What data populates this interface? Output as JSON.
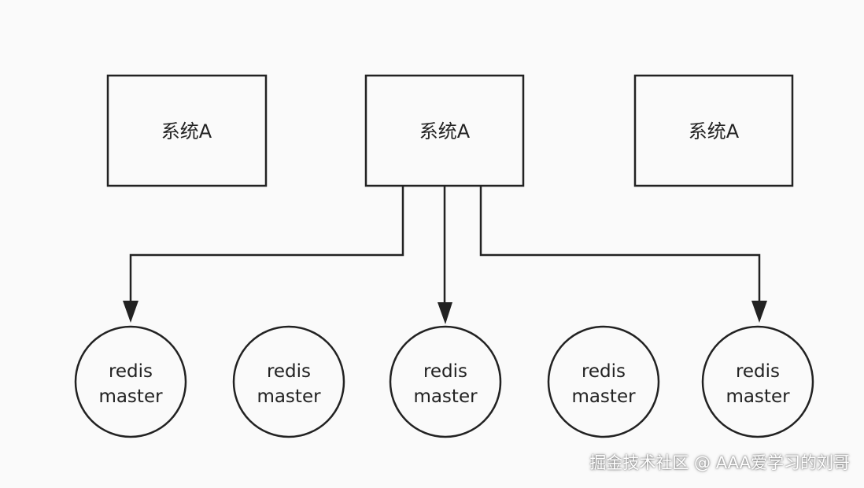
{
  "systems": [
    {
      "label": "系统A"
    },
    {
      "label": "系统A"
    },
    {
      "label": "系统A"
    }
  ],
  "nodes": [
    {
      "line1": "redis",
      "line2": "master"
    },
    {
      "line1": "redis",
      "line2": "master"
    },
    {
      "line1": "redis",
      "line2": "master"
    },
    {
      "line1": "redis",
      "line2": "master"
    },
    {
      "line1": "redis",
      "line2": "master"
    }
  ],
  "connections": [
    {
      "from": 1,
      "to": 0
    },
    {
      "from": 1,
      "to": 2
    },
    {
      "from": 1,
      "to": 4
    }
  ],
  "watermark": "掘金技术社区 @ AAA爱学习的刘哥",
  "colors": {
    "background": "#fafafa",
    "stroke": "#222222",
    "watermark": "#ffffff"
  }
}
